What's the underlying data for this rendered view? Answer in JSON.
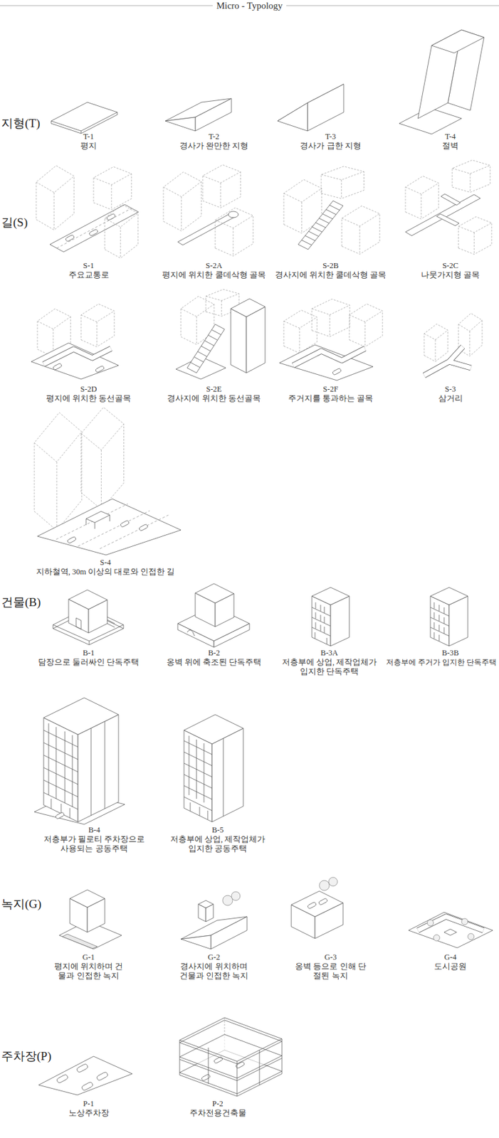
{
  "diagram": {
    "title": "Micro - Typology",
    "labels": [
      "지형(T)",
      "T-1",
      "평지",
      "T-2",
      "경사가 완만한 지형",
      "T-3",
      "경사가 급한 지형",
      "T-4",
      "절벽",
      "길(S)",
      "S-1",
      "주요교통로",
      "S-2A",
      "평지에 위치한 쿨데삭형 골목",
      "S-2B",
      "경사지에 위치한 쿨데삭형 골목",
      "S-2C",
      "나뭇가지형 골목",
      "S-2D",
      "평지에 위치한 동선골목",
      "S-2E",
      "경사지에 위치한 동선골목",
      "S-2F",
      "주거지를 통과하는 골목",
      "S-3",
      "삼거리",
      "S-4",
      "지하철역, 30m 이상의 대로와 인접한 길",
      "건물(B)",
      "B-1",
      "담장으로 둘러싸인 단독주택",
      "B-2",
      "옹벽 위에 축조된 단독주택",
      "B-3A",
      "저층부에 상업, 제작업체가 입지한 단독주택",
      "B-3B",
      "저층부에 주거가 입지한 단독주택",
      "B-4",
      "저층부가 필로티 주차장으로 사용되는 공동주택",
      "B-5",
      "저층부에 상업, 제작업체가 입지한 공동주택",
      "녹지(G)",
      "G-1",
      "평지에 위치하며 건물과 인접한 녹지",
      "G-2",
      "경사지에 위치하며 건물과 인접한 녹지",
      "G-3",
      "옹벽 등으로 인해 단절된 녹지",
      "G-4",
      "도시공원",
      "주차장(P)",
      "P-1",
      "노상주차장",
      "P-2",
      "주차전용건축물"
    ]
  }
}
